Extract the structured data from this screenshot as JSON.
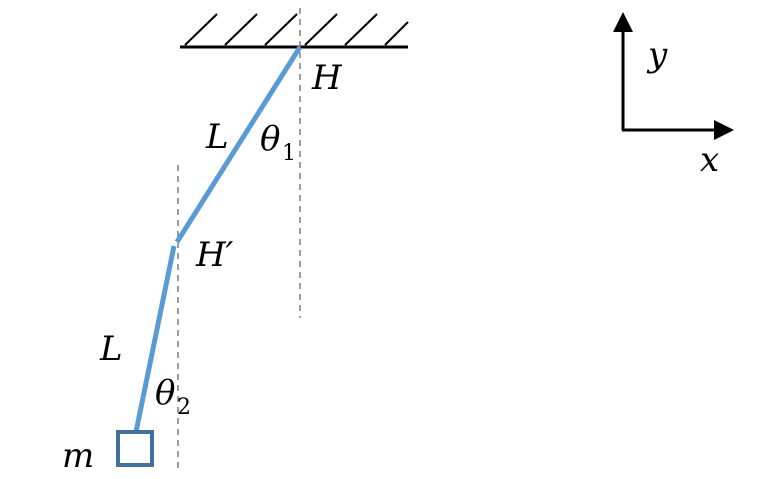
{
  "labels": {
    "pivot_top": "H",
    "pivot_mid": "H′",
    "length_upper": "L",
    "length_lower": "L",
    "angle_upper_symbol": "θ",
    "angle_upper_index": "1",
    "angle_lower_symbol": "θ",
    "angle_lower_index": "2",
    "mass": "m",
    "axis_x": "x",
    "axis_y": "y"
  },
  "colors": {
    "rod": "#5b9bd5",
    "mass_outline": "#41719c",
    "ink": "#000000",
    "guide": "#7f7f7f"
  }
}
